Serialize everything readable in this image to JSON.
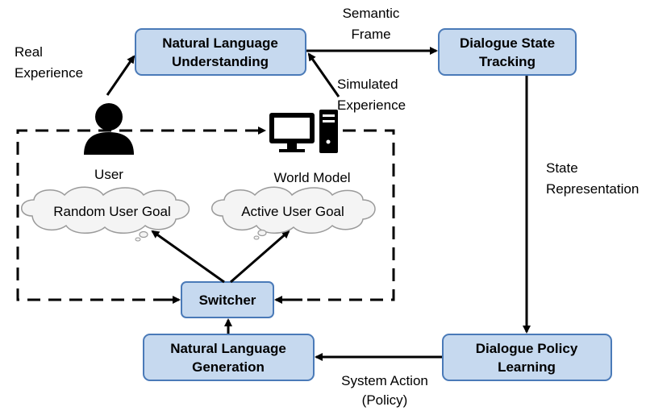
{
  "colors": {
    "box_fill": "#c6d9ef",
    "box_stroke": "#4a7ab8",
    "arrow": "#000000",
    "cloud_fill": "#f4f4f4",
    "cloud_stroke": "#9a9a9a"
  },
  "boxes": {
    "nlu": {
      "line1": "Natural Language",
      "line2": "Understanding"
    },
    "dst": {
      "line1": "Dialogue State",
      "line2": "Tracking"
    },
    "dpl": {
      "line1": "Dialogue Policy",
      "line2": "Learning"
    },
    "nlg": {
      "line1": "Natural Language",
      "line2": "Generation"
    },
    "switcher": {
      "line1": "Switcher"
    }
  },
  "edge_labels": {
    "semantic_frame": {
      "line1": "Semantic",
      "line2": "Frame"
    },
    "real_experience": {
      "line1": "Real",
      "line2": "Experience"
    },
    "simulated_experience": {
      "line1": "Simulated",
      "line2": "Experience"
    },
    "state_representation": {
      "line1": "State",
      "line2": "Representation"
    },
    "system_action": {
      "line1": "System Action",
      "line2": "(Policy)"
    }
  },
  "actors": {
    "user": {
      "label": "User",
      "icon": "person-icon"
    },
    "world_model": {
      "label": "World Model",
      "icon": "computer-icon"
    }
  },
  "goals": {
    "random": "Random User Goal",
    "active": "Active User Goal"
  }
}
